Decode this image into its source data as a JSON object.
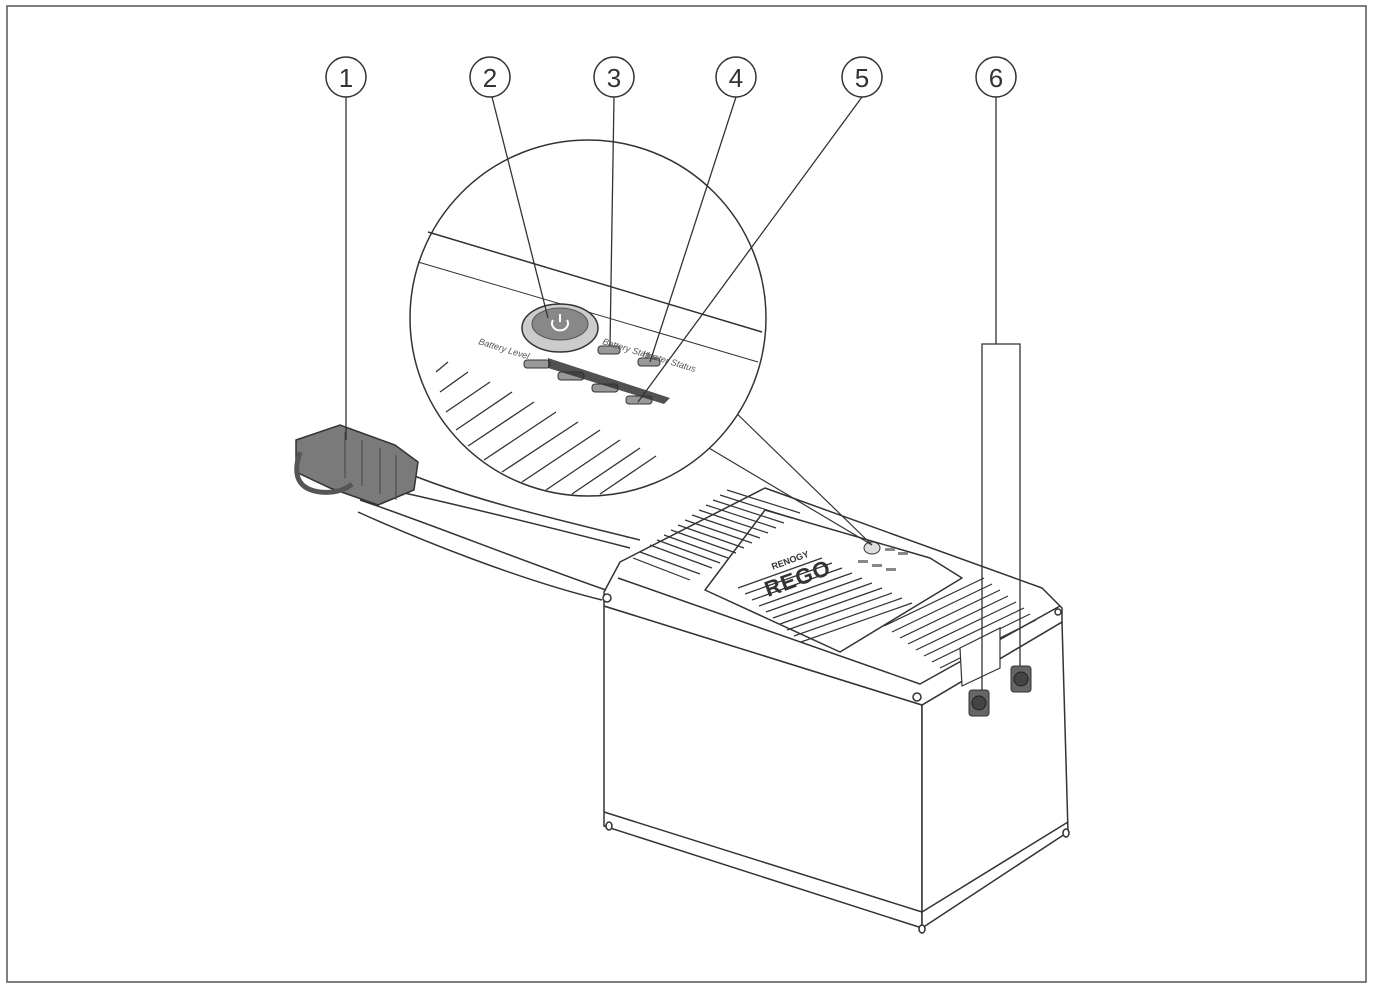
{
  "callouts": [
    {
      "id": 1,
      "label": "1"
    },
    {
      "id": 2,
      "label": "2"
    },
    {
      "id": 3,
      "label": "3"
    },
    {
      "id": 4,
      "label": "4"
    },
    {
      "id": 5,
      "label": "5"
    },
    {
      "id": 6,
      "label": "6"
    }
  ],
  "panel": {
    "battery_status": "Battery Status",
    "heater_status": "Heater Status",
    "battery_level": "Battery Level"
  },
  "brand": {
    "small": "RENOGY",
    "big": "REGO"
  },
  "colors": {
    "line": "#333333",
    "border": "#555555",
    "connector": "#7a7a7a"
  }
}
